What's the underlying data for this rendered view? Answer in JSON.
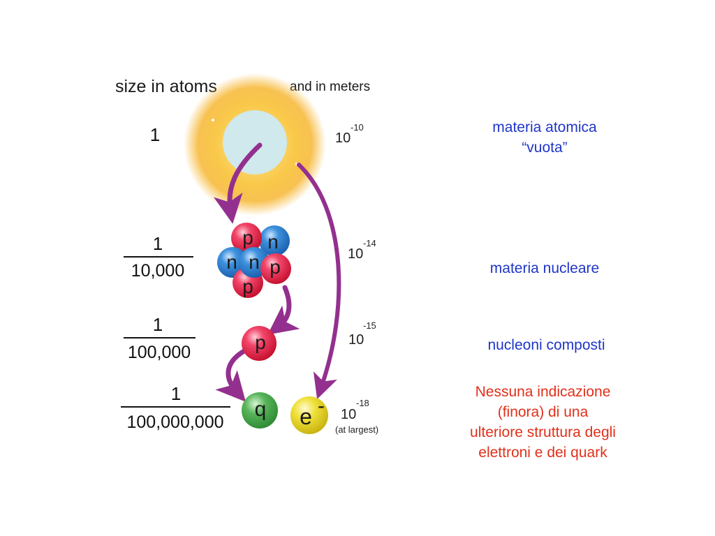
{
  "headers": {
    "atoms": "size in atoms",
    "meters": "and in meters"
  },
  "rows": [
    {
      "frac_num": "1",
      "frac_den": "",
      "meter_base": "10",
      "meter_exp": "-10",
      "meter_note": ""
    },
    {
      "frac_num": "1",
      "frac_den": "10,000",
      "meter_base": "10",
      "meter_exp": "-14",
      "meter_note": ""
    },
    {
      "frac_num": "1",
      "frac_den": "100,000",
      "meter_base": "10",
      "meter_exp": "-15",
      "meter_note": ""
    },
    {
      "frac_num": "1",
      "frac_den": "100,000,000",
      "meter_base": "10",
      "meter_exp": "-18",
      "meter_note": "(at largest)"
    }
  ],
  "particles": {
    "proton": "p",
    "neutron": "n",
    "quark": "q",
    "electron_base": "e",
    "electron_sup": "-"
  },
  "notes": [
    {
      "lines": [
        "materia atomica",
        "“vuota”"
      ]
    },
    {
      "lines": [
        "materia nucleare"
      ]
    },
    {
      "lines": [
        "nucleoni composti"
      ]
    },
    {
      "lines": [
        "Nessuna indicazione",
        "(finora) di una",
        "ulteriore struttura degli",
        "elettroni e dei quark"
      ]
    }
  ],
  "colors": {
    "note_blue": "#1f35c8",
    "note_red": "#e0301a",
    "arrow": "#93308f",
    "atom_glow": "#f7b733",
    "atom_core": "#cfe9ec",
    "proton_red": "#e3173d",
    "neutron_blue": "#2277c9",
    "quark_green": "#3fa044",
    "electron_yellow": "#e6d21a"
  }
}
